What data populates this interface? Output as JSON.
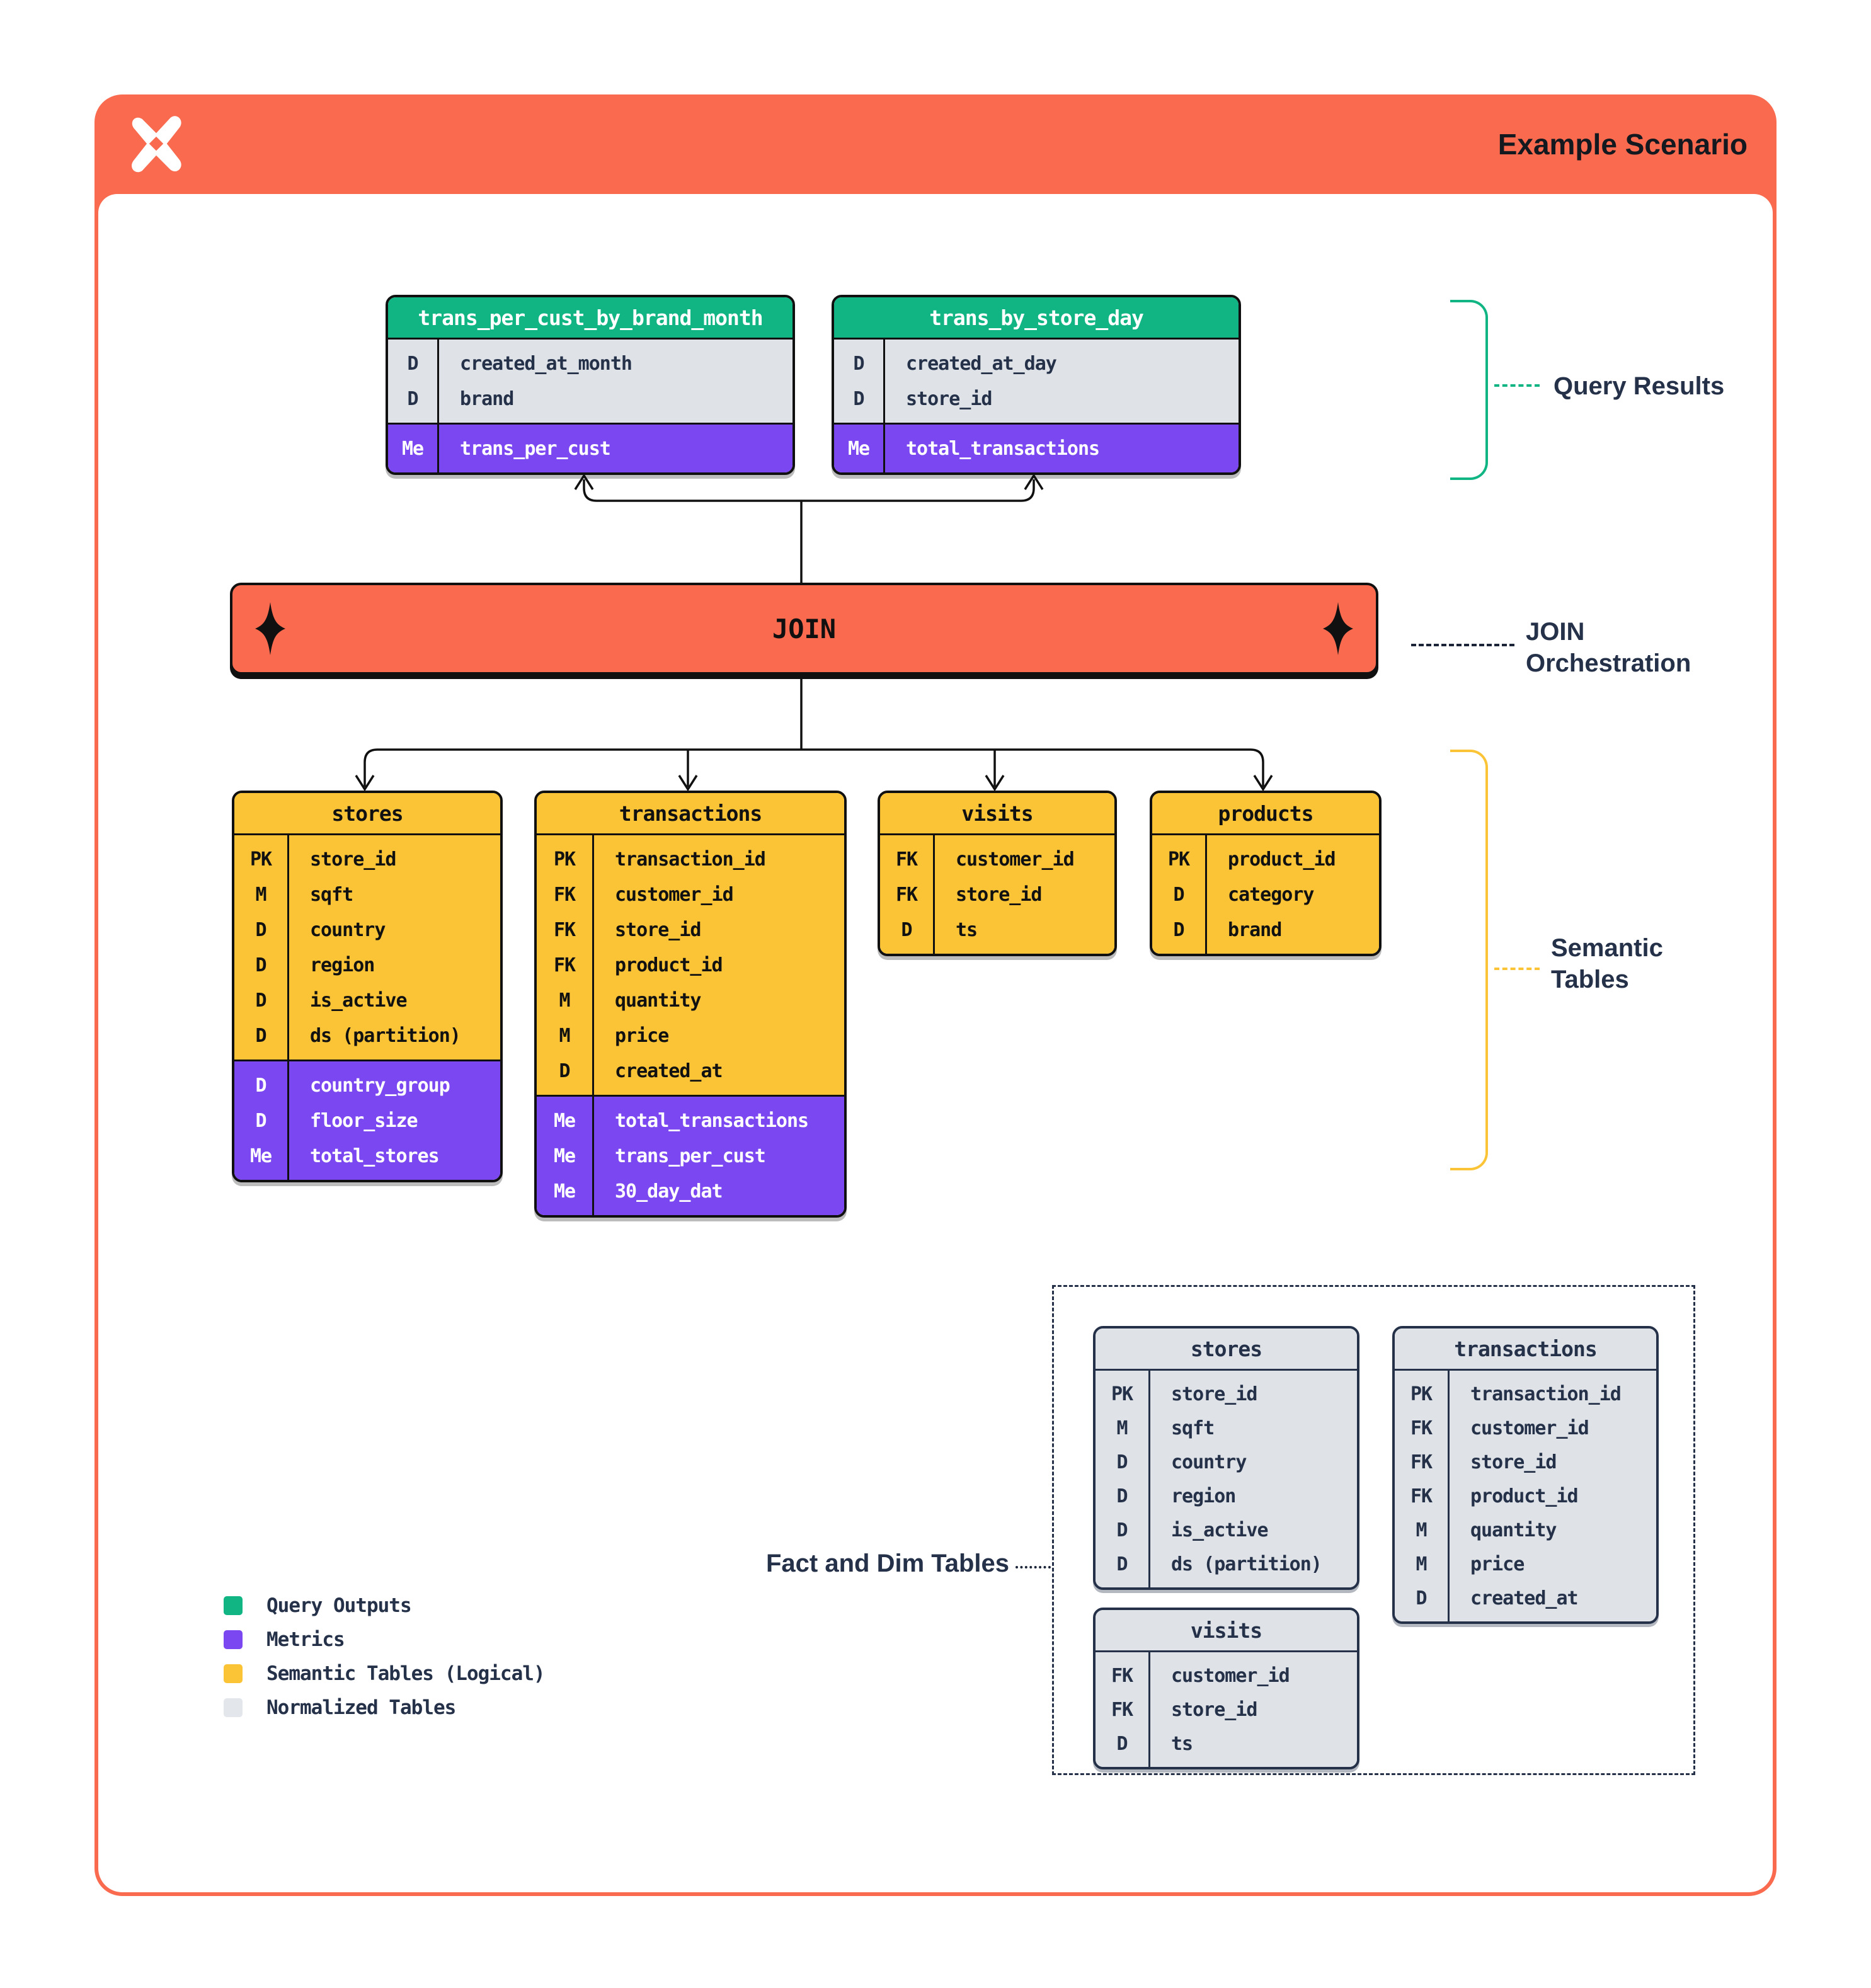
{
  "header": {
    "title": "Example Scenario",
    "logo_icon": "pinwheel-x-logo-icon"
  },
  "annotations": {
    "join_label": "JOIN",
    "query_results_label": "Query Results",
    "join_orchestration_label": "JOIN\nOrchestration",
    "semantic_tables_label": "Semantic\nTables",
    "fact_dim_label": "Fact and Dim Tables"
  },
  "query_results": {
    "tables": [
      {
        "title": "trans_per_cust_by_brand_month",
        "header": "green",
        "groups": [
          {
            "color": "gray",
            "rows": [
              {
                "tag": "D",
                "name": "created_at_month"
              },
              {
                "tag": "D",
                "name": "brand"
              }
            ]
          },
          {
            "color": "purple",
            "rows": [
              {
                "tag": "Me",
                "name": "trans_per_cust"
              }
            ]
          }
        ]
      },
      {
        "title": "trans_by_store_day",
        "header": "green",
        "groups": [
          {
            "color": "gray",
            "rows": [
              {
                "tag": "D",
                "name": "created_at_day"
              },
              {
                "tag": "D",
                "name": "store_id"
              }
            ]
          },
          {
            "color": "purple",
            "rows": [
              {
                "tag": "Me",
                "name": "total_transactions"
              }
            ]
          }
        ]
      }
    ]
  },
  "semantic_tables": {
    "tables": [
      {
        "title": "stores",
        "header": "yellow",
        "groups": [
          {
            "color": "yellow",
            "rows": [
              {
                "tag": "PK",
                "name": "store_id"
              },
              {
                "tag": "M",
                "name": "sqft"
              },
              {
                "tag": "D",
                "name": "country"
              },
              {
                "tag": "D",
                "name": "region"
              },
              {
                "tag": "D",
                "name": "is_active"
              },
              {
                "tag": "D",
                "name": "ds (partition)"
              }
            ]
          },
          {
            "color": "purple",
            "rows": [
              {
                "tag": "D",
                "name": "country_group"
              },
              {
                "tag": "D",
                "name": "floor_size"
              },
              {
                "tag": "Me",
                "name": "total_stores"
              }
            ]
          }
        ]
      },
      {
        "title": "transactions",
        "header": "yellow",
        "groups": [
          {
            "color": "yellow",
            "rows": [
              {
                "tag": "PK",
                "name": "transaction_id"
              },
              {
                "tag": "FK",
                "name": "customer_id"
              },
              {
                "tag": "FK",
                "name": "store_id"
              },
              {
                "tag": "FK",
                "name": "product_id"
              },
              {
                "tag": "M",
                "name": "quantity"
              },
              {
                "tag": "M",
                "name": "price"
              },
              {
                "tag": "D",
                "name": "created_at"
              }
            ]
          },
          {
            "color": "purple",
            "rows": [
              {
                "tag": "Me",
                "name": "total_transactions"
              },
              {
                "tag": "Me",
                "name": "trans_per_cust"
              },
              {
                "tag": "Me",
                "name": "30_day_dat"
              }
            ]
          }
        ]
      },
      {
        "title": "visits",
        "header": "yellow",
        "groups": [
          {
            "color": "yellow",
            "rows": [
              {
                "tag": "FK",
                "name": "customer_id"
              },
              {
                "tag": "FK",
                "name": "store_id"
              },
              {
                "tag": "D",
                "name": "ts"
              }
            ]
          }
        ]
      },
      {
        "title": "products",
        "header": "yellow",
        "groups": [
          {
            "color": "yellow",
            "rows": [
              {
                "tag": "PK",
                "name": "product_id"
              },
              {
                "tag": "D",
                "name": "category"
              },
              {
                "tag": "D",
                "name": "brand"
              }
            ]
          }
        ]
      }
    ]
  },
  "normalized_tables": {
    "tables": [
      {
        "title": "stores",
        "header": "gray",
        "groups": [
          {
            "color": "gray",
            "rows": [
              {
                "tag": "PK",
                "name": "store_id"
              },
              {
                "tag": "M",
                "name": "sqft"
              },
              {
                "tag": "D",
                "name": "country"
              },
              {
                "tag": "D",
                "name": "region"
              },
              {
                "tag": "D",
                "name": "is_active"
              },
              {
                "tag": "D",
                "name": "ds (partition)"
              }
            ]
          }
        ]
      },
      {
        "title": "transactions",
        "header": "gray",
        "groups": [
          {
            "color": "gray",
            "rows": [
              {
                "tag": "PK",
                "name": "transaction_id"
              },
              {
                "tag": "FK",
                "name": "customer_id"
              },
              {
                "tag": "FK",
                "name": "store_id"
              },
              {
                "tag": "FK",
                "name": "product_id"
              },
              {
                "tag": "M",
                "name": "quantity"
              },
              {
                "tag": "M",
                "name": "price"
              },
              {
                "tag": "D",
                "name": "created_at"
              }
            ]
          }
        ]
      },
      {
        "title": "visits",
        "header": "gray",
        "groups": [
          {
            "color": "gray",
            "rows": [
              {
                "tag": "FK",
                "name": "customer_id"
              },
              {
                "tag": "FK",
                "name": "store_id"
              },
              {
                "tag": "D",
                "name": "ts"
              }
            ]
          }
        ]
      }
    ]
  },
  "legend": {
    "items": [
      {
        "label": "Query Outputs",
        "swatch": "green"
      },
      {
        "label": "Metrics",
        "swatch": "purple"
      },
      {
        "label": "Semantic Tables (Logical)",
        "swatch": "yellow"
      },
      {
        "label": "Normalized Tables",
        "swatch": "gray"
      }
    ]
  },
  "colors": {
    "orange": "#F96A4F",
    "green": "#10B583",
    "purple": "#7A47F0",
    "yellow": "#FBC437",
    "gray": "#DFE3E8",
    "navy": "#243149",
    "ink": "#101010"
  }
}
